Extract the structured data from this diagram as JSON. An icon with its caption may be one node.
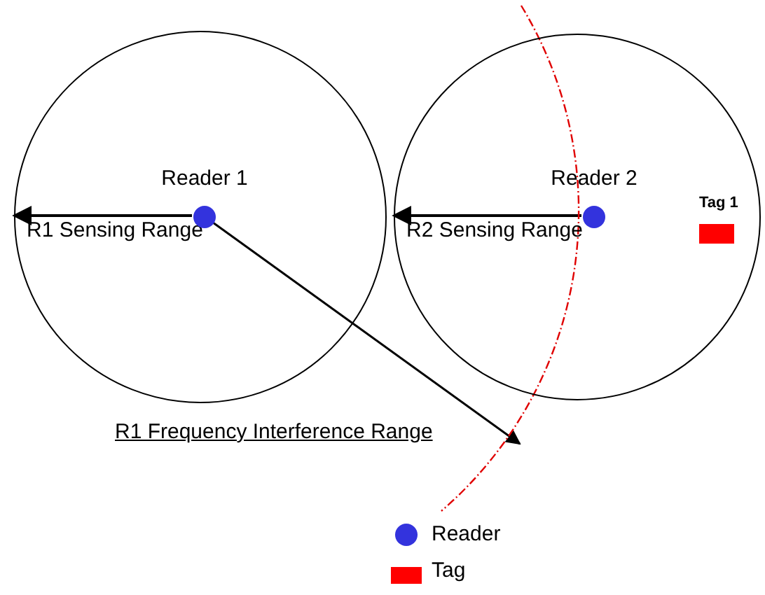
{
  "diagram": {
    "nodes": [
      {
        "text": [
          "R1 Sensing Range"
        ]
      },
      {
        "text": [
          "Reader 1"
        ],
        "in": 0
      },
      {
        "text": [
          "R2 Sensing Range"
        ]
      },
      {
        "text": [
          "Reader 2"
        ],
        "in": 2
      },
      {
        "text": [
          "Tag 1"
        ],
        "in": 2
      }
    ],
    "edges": [
      {
        "from": 1,
        "to": 0,
        "arrow": "to"
      },
      {
        "from": 3,
        "to": 2,
        "arrow": "to"
      },
      {
        "from": 1,
        "to": null,
        "arrow": "to"
      }
    ],
    "labels": [
      "R1 Frequency Interference Range"
    ],
    "legend": [
      {
        "text": "Reader"
      },
      {
        "text": "Tag",
        "color": "#ff0000"
      }
    ]
  }
}
